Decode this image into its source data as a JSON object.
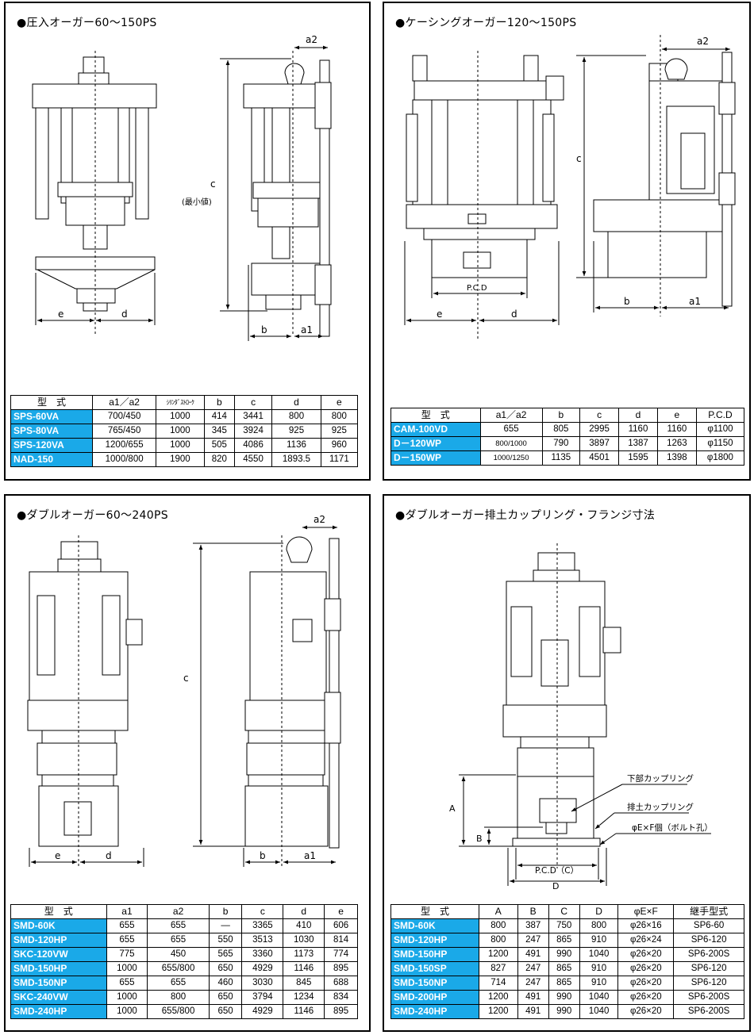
{
  "panels": {
    "p1": {
      "title": "●圧入オーガー60～150PS",
      "dim_labels": {
        "a2": "a2",
        "c": "c",
        "c_note": "(最小値)",
        "e": "e",
        "d": "d",
        "b": "b",
        "a1": "a1"
      },
      "headers": [
        "型　式",
        "a1／a2",
        "ｼﾘﾝﾀﾞｽﾄﾛｰｸ",
        "b",
        "c",
        "d",
        "e"
      ],
      "rows": [
        [
          "SPS-60VA",
          "700/450",
          "1000",
          "414",
          "3441",
          "800",
          "800"
        ],
        [
          "SPS-80VA",
          "765/450",
          "1000",
          "345",
          "3924",
          "925",
          "925"
        ],
        [
          "SPS-120VA",
          "1200/655",
          "1000",
          "505",
          "4086",
          "1136",
          "960"
        ],
        [
          "NAD-150",
          "1000/800",
          "1900",
          "820",
          "4550",
          "1893.5",
          "1171"
        ]
      ]
    },
    "p2": {
      "title": "●ケーシングオーガー120～150PS",
      "dim_labels": {
        "a2": "a2",
        "c": "c",
        "pcd": "P.C.D",
        "e": "e",
        "d": "d",
        "b": "b",
        "a1": "a1"
      },
      "headers": [
        "型　式",
        "a1／a2",
        "b",
        "c",
        "d",
        "e",
        "P.C.D"
      ],
      "rows": [
        [
          "CAM-100VD",
          "655",
          "805",
          "2995",
          "1160",
          "1160",
          "φ1100"
        ],
        [
          "D－120WP",
          "800/1000",
          "790",
          "3897",
          "1387",
          "1263",
          "φ1150"
        ],
        [
          "D－150WP",
          "1000/1250",
          "1135",
          "4501",
          "1595",
          "1398",
          "φ1800"
        ]
      ]
    },
    "p3": {
      "title": "●ダブルオーガー60～240PS",
      "dim_labels": {
        "a2": "a2",
        "c": "c",
        "e": "e",
        "d": "d",
        "b": "b",
        "a1": "a1"
      },
      "headers": [
        "型　式",
        "a1",
        "a2",
        "b",
        "c",
        "d",
        "e"
      ],
      "rows": [
        [
          "SMD-60K",
          "655",
          "655",
          "—",
          "3365",
          "410",
          "606"
        ],
        [
          "SMD-120HP",
          "655",
          "655",
          "550",
          "3513",
          "1030",
          "814"
        ],
        [
          "SKC-120VW",
          "775",
          "450",
          "565",
          "3360",
          "1173",
          "774"
        ],
        [
          "SMD-150HP",
          "1000",
          "655/800",
          "650",
          "4929",
          "1146",
          "895"
        ],
        [
          "SMD-150NP",
          "655",
          "655",
          "460",
          "3030",
          "845",
          "688"
        ],
        [
          "SKC-240VW",
          "1000",
          "800",
          "650",
          "3794",
          "1234",
          "834"
        ],
        [
          "SMD-240HP",
          "1000",
          "655/800",
          "650",
          "4929",
          "1146",
          "895"
        ]
      ]
    },
    "p4": {
      "title": "●ダブルオーガー排土カップリング・フランジ寸法",
      "callouts": {
        "lower": "下部カップリング",
        "discharge": "排土カップリング",
        "bolt": "φE×F個（ボルト孔）"
      },
      "dim_labels": {
        "A": "A",
        "B": "B",
        "pcd": "P.C.D（C）",
        "D": "D"
      },
      "headers": [
        "型　式",
        "A",
        "B",
        "C",
        "D",
        "φE×F",
        "継手型式"
      ],
      "rows": [
        [
          "SMD-60K",
          "800",
          "387",
          "750",
          "800",
          "φ26×16",
          "SP6-60"
        ],
        [
          "SMD-120HP",
          "800",
          "247",
          "865",
          "910",
          "φ26×24",
          "SP6-120"
        ],
        [
          "SMD-150HP",
          "1200",
          "491",
          "990",
          "1040",
          "φ26×20",
          "SP6-200S"
        ],
        [
          "SMD-150SP",
          "827",
          "247",
          "865",
          "910",
          "φ26×20",
          "SP6-120"
        ],
        [
          "SMD-150NP",
          "714",
          "247",
          "865",
          "910",
          "φ26×20",
          "SP6-120"
        ],
        [
          "SMD-200HP",
          "1200",
          "491",
          "990",
          "1040",
          "φ26×20",
          "SP6-200S"
        ],
        [
          "SMD-240HP",
          "1200",
          "491",
          "990",
          "1040",
          "φ26×20",
          "SP6-200S"
        ]
      ]
    }
  }
}
